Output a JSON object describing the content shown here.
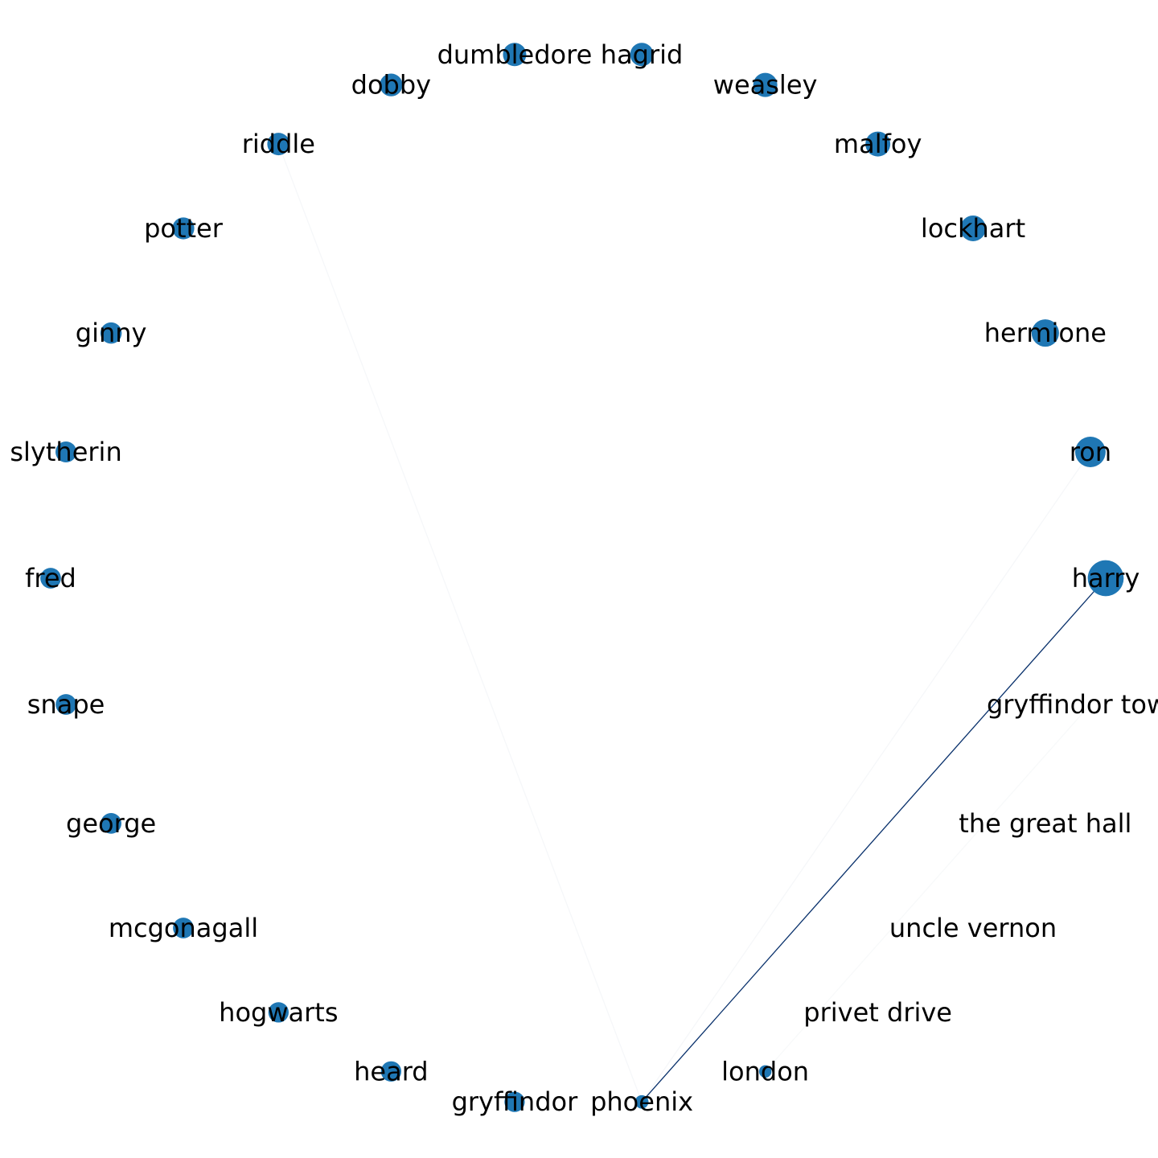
{
  "graph": {
    "node_color": "#1f77b4",
    "edge_color": "#08306b",
    "nodes": [
      {
        "id": "harry",
        "label": "harry",
        "weight": 5
      },
      {
        "id": "ron",
        "label": "ron",
        "weight": 3.6
      },
      {
        "id": "hermione",
        "label": "hermione",
        "weight": 2.9
      },
      {
        "id": "lockhart",
        "label": "lockhart",
        "weight": 2.55
      },
      {
        "id": "malfoy",
        "label": "malfoy",
        "weight": 2.4
      },
      {
        "id": "weasley",
        "label": "weasley",
        "weight": 2.25
      },
      {
        "id": "hagrid",
        "label": "hagrid",
        "weight": 2.1
      },
      {
        "id": "dumbledore",
        "label": "dumbledore",
        "weight": 2.1
      },
      {
        "id": "dobby",
        "label": "dobby",
        "weight": 2.0
      },
      {
        "id": "riddle",
        "label": "riddle",
        "weight": 1.95
      },
      {
        "id": "potter",
        "label": "potter",
        "weight": 1.85
      },
      {
        "id": "ginny",
        "label": "ginny",
        "weight": 1.75
      },
      {
        "id": "slytherin",
        "label": "slytherin",
        "weight": 1.7
      },
      {
        "id": "fred",
        "label": "fred",
        "weight": 1.65
      },
      {
        "id": "snape",
        "label": "snape",
        "weight": 1.65
      },
      {
        "id": "george",
        "label": "george",
        "weight": 1.65
      },
      {
        "id": "mcgonagall",
        "label": "mcgonagall",
        "weight": 1.65
      },
      {
        "id": "hogwarts",
        "label": "hogwarts",
        "weight": 1.6
      },
      {
        "id": "heard",
        "label": "heard",
        "weight": 1.6
      },
      {
        "id": "gryffindor",
        "label": "gryffindor",
        "weight": 1.6
      },
      {
        "id": "phoenix",
        "label": "phoenix",
        "weight": 0.7
      },
      {
        "id": "london",
        "label": "london",
        "weight": 0.6
      },
      {
        "id": "privet-drive",
        "label": "privet drive",
        "weight": 0
      },
      {
        "id": "uncle-vernon",
        "label": "uncle vernon",
        "weight": 0
      },
      {
        "id": "the-great-hall",
        "label": "the great hall",
        "weight": 0
      },
      {
        "id": "gryffindor-tower",
        "label": "gryffindor tower",
        "weight": 0
      }
    ],
    "edges": [
      {
        "source": "harry",
        "target": "phoenix",
        "strength": 1.0
      },
      {
        "source": "ron",
        "target": "phoenix",
        "strength": 0.04
      },
      {
        "source": "riddle",
        "target": "phoenix",
        "strength": 0.04
      },
      {
        "source": "gryffindor-tower",
        "target": "london",
        "strength": 0.03
      }
    ]
  }
}
